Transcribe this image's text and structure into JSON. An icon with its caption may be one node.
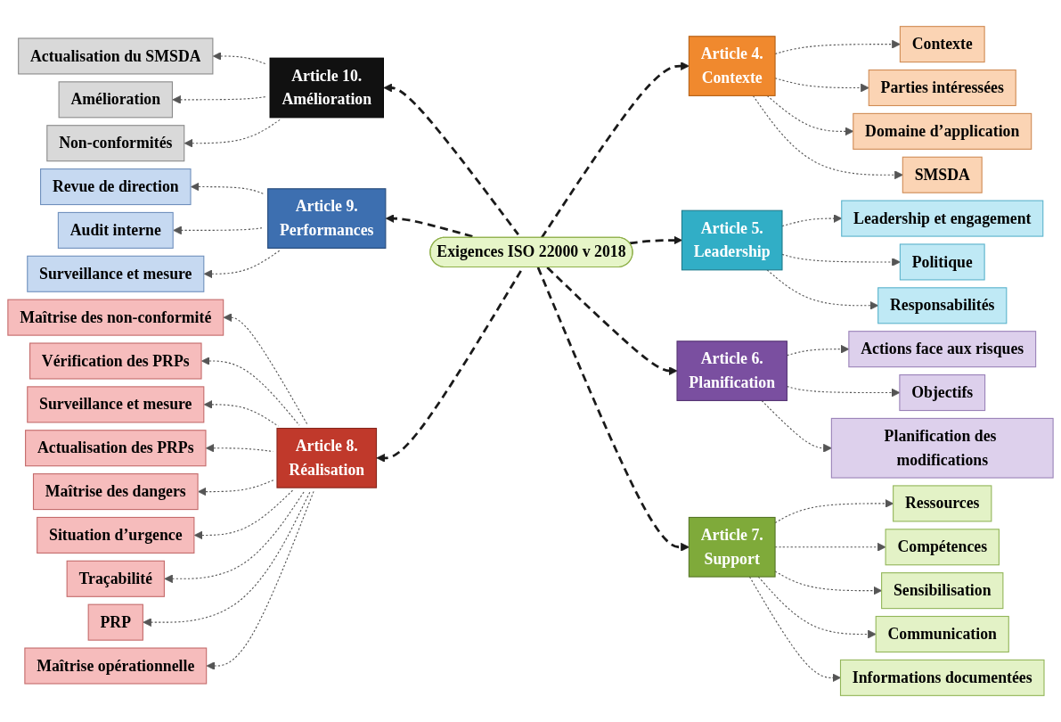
{
  "diagram": {
    "nodes": [
      {
        "text": [
          "Exigences ISO 22000 v 2018"
        ]
      },
      {
        "text": [
          "Article 4.",
          "Contexte"
        ]
      },
      {
        "text": [
          "Contexte"
        ]
      },
      {
        "text": [
          "Parties intéressées"
        ]
      },
      {
        "text": [
          "Domaine d’application"
        ]
      },
      {
        "text": [
          "SMSDA"
        ]
      },
      {
        "text": [
          "Article 5.",
          "Leadership"
        ]
      },
      {
        "text": [
          "Leadership et engagement"
        ]
      },
      {
        "text": [
          "Politique"
        ]
      },
      {
        "text": [
          "Responsabilités"
        ]
      },
      {
        "text": [
          "Article 6.",
          "Planification"
        ]
      },
      {
        "text": [
          "Actions face aux risques"
        ]
      },
      {
        "text": [
          "Objectifs"
        ]
      },
      {
        "text": [
          "Planification des modifications"
        ]
      },
      {
        "text": [
          "Article 7.",
          "Support"
        ]
      },
      {
        "text": [
          "Ressources"
        ]
      },
      {
        "text": [
          "Compétences"
        ]
      },
      {
        "text": [
          "Sensibilisation"
        ]
      },
      {
        "text": [
          "Communication"
        ]
      },
      {
        "text": [
          "Informations documentées"
        ]
      },
      {
        "text": [
          "Article 8.",
          "Réalisation"
        ]
      },
      {
        "text": [
          "Maîtrise des non-conformité"
        ]
      },
      {
        "text": [
          "Vérification des PRPs"
        ]
      },
      {
        "text": [
          "Surveillance et mesure"
        ]
      },
      {
        "text": [
          "Actualisation des PRPs"
        ]
      },
      {
        "text": [
          "Maîtrise des dangers"
        ]
      },
      {
        "text": [
          "Situation d’urgence"
        ]
      },
      {
        "text": [
          "Traçabilité"
        ]
      },
      {
        "text": [
          "PRP"
        ]
      },
      {
        "text": [
          "Maîtrise opérationnelle"
        ]
      },
      {
        "text": [
          "Article 9.",
          "Performances"
        ]
      },
      {
        "text": [
          "Revue de direction"
        ]
      },
      {
        "text": [
          "Audit interne"
        ]
      },
      {
        "text": [
          "Surveillance et mesure"
        ]
      },
      {
        "text": [
          "Article 10.",
          "Amélioration"
        ]
      },
      {
        "text": [
          "Actualisation du SMSDA"
        ]
      },
      {
        "text": [
          "Amélioration"
        ]
      },
      {
        "text": [
          "Non-conformités"
        ]
      }
    ],
    "edges": [
      {
        "from": 0,
        "to": 1,
        "arrow": "to",
        "style": "dashed",
        "color": "#1a1a1a"
      },
      {
        "from": 1,
        "to": 2,
        "arrow": "to",
        "style": "dashed"
      },
      {
        "from": 1,
        "to": 3,
        "arrow": "to",
        "style": "dashed"
      },
      {
        "from": 1,
        "to": 4,
        "arrow": "to",
        "style": "dashed"
      },
      {
        "from": 1,
        "to": 5,
        "arrow": "to",
        "style": "dashed"
      },
      {
        "from": 0,
        "to": 6,
        "arrow": "to",
        "style": "dashed",
        "color": "#1a1a1a"
      },
      {
        "from": 6,
        "to": 7,
        "arrow": "to",
        "style": "dashed"
      },
      {
        "from": 6,
        "to": 8,
        "arrow": "to",
        "style": "dashed"
      },
      {
        "from": 6,
        "to": 9,
        "arrow": "to",
        "style": "dashed"
      },
      {
        "from": 0,
        "to": 10,
        "arrow": "to",
        "style": "dashed",
        "color": "#1a1a1a"
      },
      {
        "from": 10,
        "to": 11,
        "arrow": "to",
        "style": "dashed"
      },
      {
        "from": 10,
        "to": 12,
        "arrow": "to",
        "style": "dashed"
      },
      {
        "from": 10,
        "to": 13,
        "arrow": "to",
        "style": "dashed"
      },
      {
        "from": 0,
        "to": 14,
        "arrow": "to",
        "style": "dashed",
        "color": "#1a1a1a"
      },
      {
        "from": 14,
        "to": 15,
        "arrow": "to",
        "style": "dashed"
      },
      {
        "from": 14,
        "to": 16,
        "arrow": "to",
        "style": "dashed"
      },
      {
        "from": 14,
        "to": 17,
        "arrow": "to",
        "style": "dashed"
      },
      {
        "from": 14,
        "to": 18,
        "arrow": "to",
        "style": "dashed"
      },
      {
        "from": 14,
        "to": 19,
        "arrow": "to",
        "style": "dashed"
      },
      {
        "from": 0,
        "to": 34,
        "arrow": "to",
        "style": "dashed",
        "color": "#1a1a1a"
      },
      {
        "from": 34,
        "to": 35,
        "arrow": "to",
        "style": "dashed"
      },
      {
        "from": 34,
        "to": 36,
        "arrow": "to",
        "style": "dashed"
      },
      {
        "from": 34,
        "to": 37,
        "arrow": "to",
        "style": "dashed"
      },
      {
        "from": 0,
        "to": 30,
        "arrow": "to",
        "style": "dashed",
        "color": "#1a1a1a"
      },
      {
        "from": 30,
        "to": 31,
        "arrow": "to",
        "style": "dashed"
      },
      {
        "from": 30,
        "to": 32,
        "arrow": "to",
        "style": "dashed"
      },
      {
        "from": 30,
        "to": 33,
        "arrow": "to",
        "style": "dashed"
      },
      {
        "from": 0,
        "to": 20,
        "arrow": "to",
        "style": "dashed",
        "color": "#1a1a1a"
      },
      {
        "from": 20,
        "to": 21,
        "arrow": "to",
        "style": "dashed"
      },
      {
        "from": 20,
        "to": 22,
        "arrow": "to",
        "style": "dashed"
      },
      {
        "from": 20,
        "to": 23,
        "arrow": "to",
        "style": "dashed"
      },
      {
        "from": 20,
        "to": 24,
        "arrow": "to",
        "style": "dashed"
      },
      {
        "from": 20,
        "to": 25,
        "arrow": "to",
        "style": "dashed"
      },
      {
        "from": 20,
        "to": 26,
        "arrow": "to",
        "style": "dashed"
      },
      {
        "from": 20,
        "to": 27,
        "arrow": "to",
        "style": "dashed"
      },
      {
        "from": 20,
        "to": 28,
        "arrow": "to",
        "style": "dashed"
      },
      {
        "from": 20,
        "to": 29,
        "arrow": "to",
        "style": "dashed"
      }
    ]
  }
}
